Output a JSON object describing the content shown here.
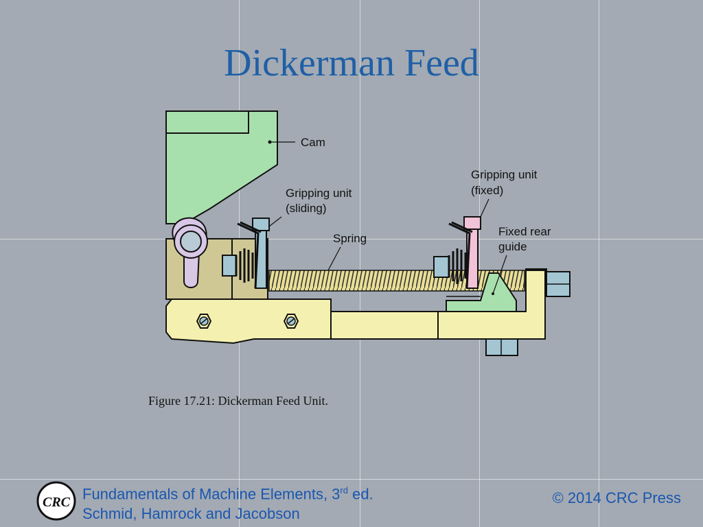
{
  "slide": {
    "title": "Dickerman Feed",
    "caption": "Figure 17.21:  Dickerman Feed Unit."
  },
  "diagram": {
    "labels": {
      "cam": "Cam",
      "sliding_1": "Gripping unit",
      "sliding_2": "(sliding)",
      "spring": "Spring",
      "fixed_1": "Gripping unit",
      "fixed_2": "(fixed)",
      "guide_1": "Fixed rear",
      "guide_2": "guide"
    },
    "colors": {
      "cam": "#a8e0ad",
      "base": "#f4f1b0",
      "block": "#cfc894",
      "eye": "#d9c7e6",
      "bolt": "#a3c6d2",
      "fixed_bolt": "#f2c3d8",
      "guide": "#a8e0ad"
    }
  },
  "footer": {
    "logo_text": "CRC",
    "book_prefix": "Fundamentals of Machine Elements, 3",
    "book_sup": "rd",
    "book_suffix": " ed.",
    "authors": "Schmid, Hamrock and Jacobson",
    "copyright": "© 2014 CRC Press"
  }
}
